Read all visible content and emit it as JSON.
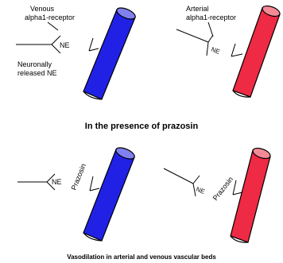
{
  "top_left": {
    "receptor_label": [
      "Venous",
      "alpha1-receptor"
    ],
    "ligand_label": "NE",
    "source_label": [
      "Neuronally",
      "released NE"
    ],
    "vessel_color": "#2121e6"
  },
  "top_right": {
    "receptor_label": [
      "Arterial",
      "alpha1-receptor"
    ],
    "ligand_label": "NE",
    "vessel_color": "#ee2a44"
  },
  "section_caption": "In the presence of prazosin",
  "bottom_left": {
    "receptor_label": "NE",
    "blocker_label": "Prazosin",
    "vessel_color": "#2121e6"
  },
  "bottom_right": {
    "receptor_label": "NE",
    "blocker_label": "Prazosin",
    "vessel_color": "#ee2a44"
  },
  "footer_caption": "Vasodilation in arterial and venous vascular beds"
}
